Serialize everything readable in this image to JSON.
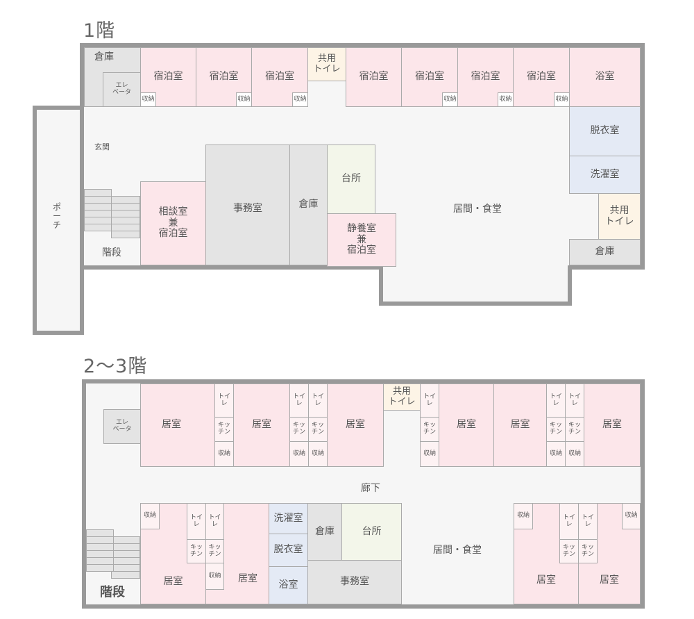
{
  "floor1": {
    "title": "1階",
    "rooms": [
      "倉庫",
      "エレ\nベータ",
      "宿泊室",
      "収納",
      "宿泊室",
      "収納",
      "宿泊室",
      "収納",
      "共用\nトイレ",
      "宿泊室",
      "宿泊室",
      "宿泊室",
      "宿泊室",
      "収納",
      "収納",
      "収納",
      "浴室",
      "脱衣室",
      "洗濯室",
      "共用\nトイレ",
      "倉庫",
      "玄関",
      "相談室\n兼\n宿泊室",
      "事務室",
      "倉庫",
      "台所",
      "静養室\n兼\n宿泊室",
      "居間・食堂",
      "階段",
      "ポ\nー\nチ"
    ]
  },
  "floor2": {
    "title": "2〜3階",
    "rooms": [
      "エレ\nベータ",
      "居室",
      "トイレ",
      "キッチン",
      "収納",
      "居室",
      "トイレ",
      "キッチン",
      "収納",
      "トイレ",
      "キッチン",
      "収納",
      "居室",
      "共用\nトイレ",
      "トイレ",
      "キッチン",
      "収納",
      "居室",
      "居室",
      "トイレ",
      "キッチン",
      "収納",
      "トイレ",
      "キッチン",
      "収納",
      "居室",
      "廊下",
      "階段",
      "居室",
      "収納",
      "トイレ",
      "キッチン",
      "居室",
      "トイレ",
      "キッチン",
      "収納",
      "洗濯室",
      "脱衣室",
      "浴室",
      "倉庫",
      "台所",
      "事務室",
      "居間・食堂",
      "居室",
      "居室",
      "収納",
      "トイレ",
      "キッチン",
      "トイレ",
      "キッチン",
      "収納"
    ]
  },
  "colors": {
    "wall": "#999999",
    "corridor": "#f6f6f6",
    "private_room": "#fce6ea",
    "storage": "#e4e4e4",
    "toilet": "#fdf4e6",
    "bath": "#e4eaf5",
    "kitchen": "#f3f6ea"
  }
}
